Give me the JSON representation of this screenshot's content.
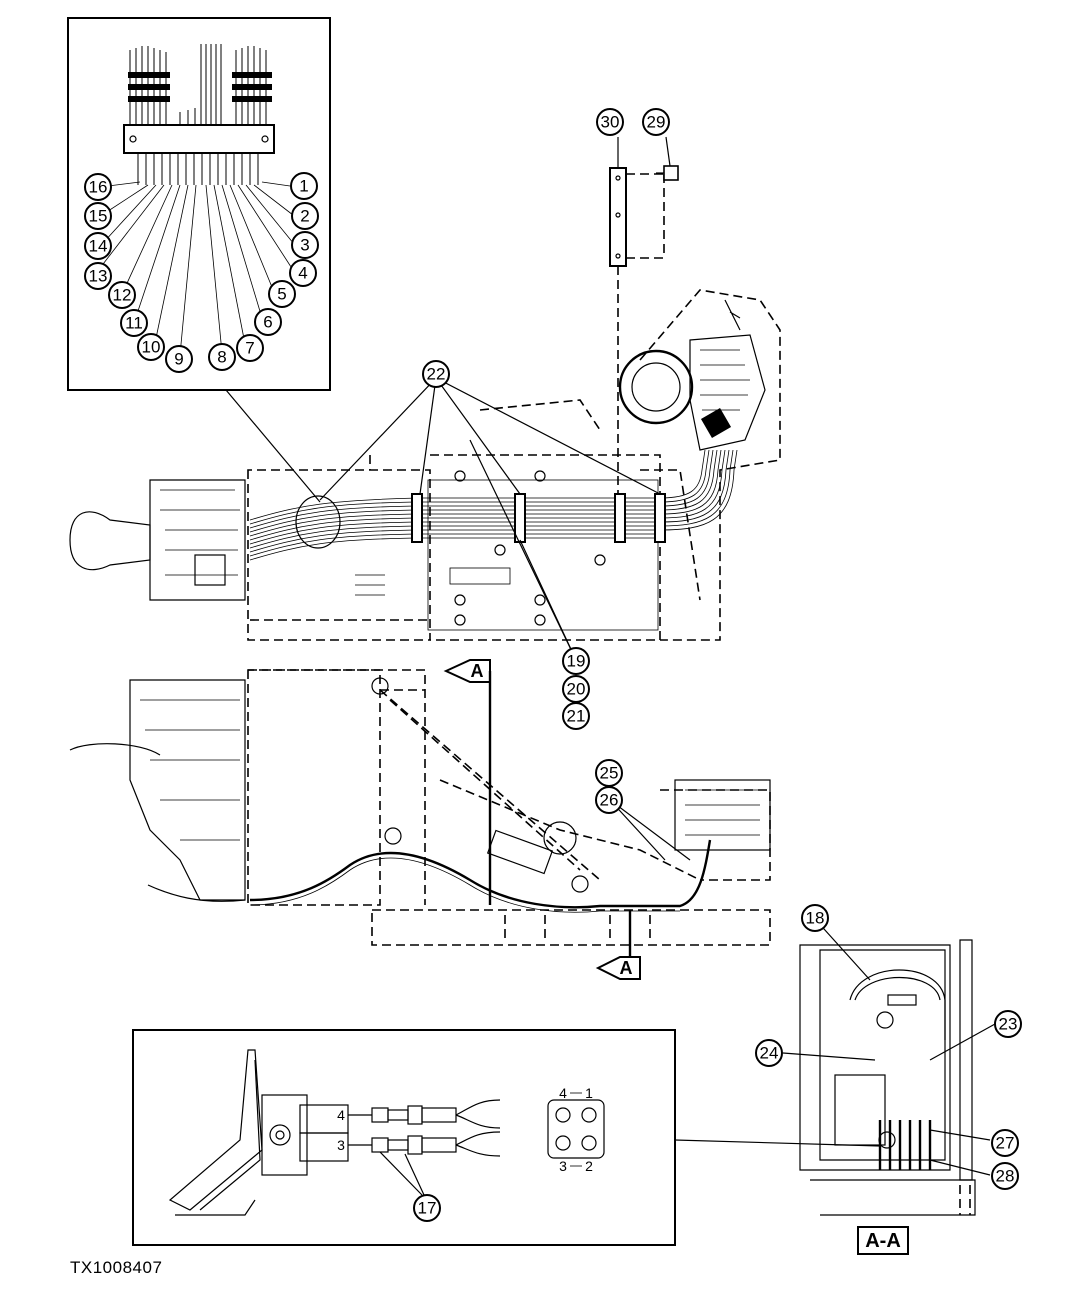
{
  "figure_id": "TX1008407",
  "section_view_label": "A-A",
  "section_arrow_label": "A",
  "pin_labels": [
    "4",
    "3",
    "4",
    "1",
    "3",
    "2"
  ],
  "callouts": [
    "1",
    "2",
    "3",
    "4",
    "5",
    "6",
    "7",
    "8",
    "9",
    "10",
    "11",
    "12",
    "13",
    "14",
    "15",
    "16",
    "17",
    "18",
    "19",
    "20",
    "21",
    "22",
    "23",
    "24",
    "25",
    "26",
    "27",
    "28",
    "29",
    "30"
  ],
  "icons": [
    "callout-circle",
    "section-arrow",
    "wire-harness",
    "leader-line"
  ]
}
